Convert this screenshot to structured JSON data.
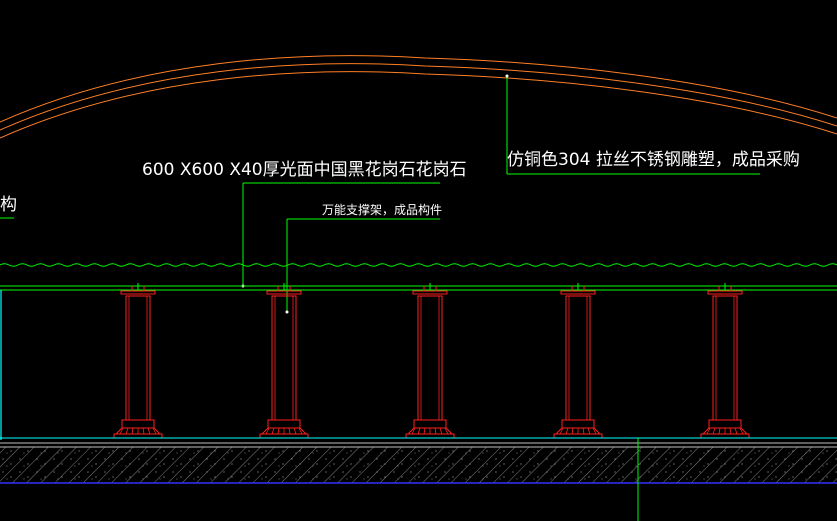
{
  "colors": {
    "background": "#000000",
    "annotation_text": "#ffffff",
    "leader_line": "#00ff00",
    "stone_slab": "#00ff00",
    "pedestal": "#ff2020",
    "sculpture": "#ff7f27",
    "frame": "#00ffff",
    "hatch": "#808080",
    "base_line": "#3030ff"
  },
  "annotations": {
    "left_partial": "构",
    "stone": "600 X600 X40厚光面中国黑花岗石花岗石",
    "pedestal": "万能支撑架，成品构件",
    "sculpture": "仿铜色304 拉丝不锈钢雕塑，成品采购"
  },
  "icons": {
    "pedestal": "adjustable-pedestal-support-icon",
    "leader_dot": "leader-dot-icon"
  }
}
